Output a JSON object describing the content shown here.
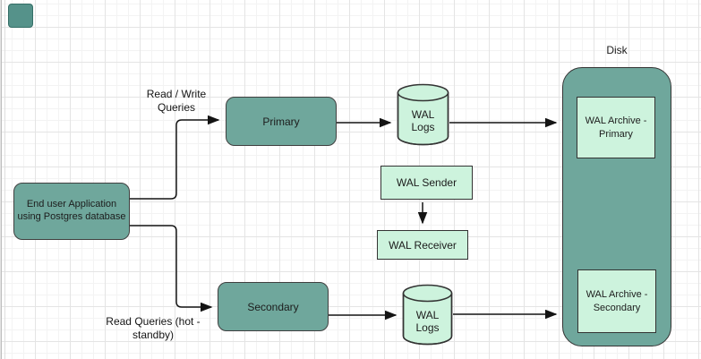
{
  "nodes": {
    "app": {
      "label": "End user Application using Postgres database"
    },
    "primary": {
      "label": "Primary"
    },
    "secondary": {
      "label": "Secondary"
    },
    "wal_logs_top": {
      "label": "WAL Logs"
    },
    "wal_logs_bottom": {
      "label": "WAL Logs"
    },
    "wal_sender": {
      "label": "WAL Sender"
    },
    "wal_receiver": {
      "label": "WAL Receiver"
    },
    "disk": {
      "label": "Disk"
    },
    "wal_archive_primary": {
      "label": "WAL Archive - Primary"
    },
    "wal_archive_secondary": {
      "label": "WAL Archive - Secondary"
    }
  },
  "edge_labels": {
    "read_write": "Read / Write Queries",
    "read_queries": "Read Queries (hot - standby)"
  },
  "colors": {
    "teal_fill": "#6fa79c",
    "light_green_fill": "#cdf3dd",
    "shape_border": "#3f3f3f",
    "arrow": "#141414",
    "grid_minor": "#f3f3f3",
    "grid_major": "#e4e4e4"
  }
}
